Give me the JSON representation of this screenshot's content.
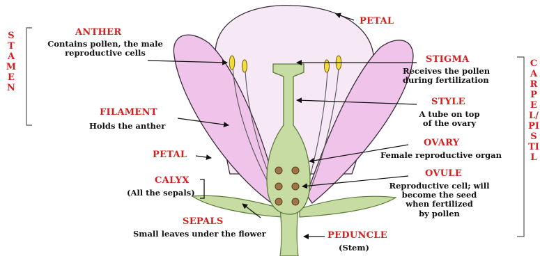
{
  "labels": {
    "stamen": "STAMEN",
    "carpel_pistil": "CARPEL/PISTIL",
    "anther": "ANTHER",
    "anther_desc_1": "Contains pollen, the male",
    "anther_desc_2": "reproductive cells",
    "filament": "FILAMENT",
    "filament_desc": "Holds the anther",
    "petal_top": "PETAL",
    "petal_left": "PETAL",
    "stigma": "STIGMA",
    "stigma_desc_1": "Receives the pollen",
    "stigma_desc_2": "during fertilization",
    "style": "STYLE",
    "style_desc_1": "A tube on top",
    "style_desc_2": "of the ovary",
    "ovary": "OVARY",
    "ovary_desc": "Female reproductive organ",
    "ovule": "OVULE",
    "ovule_desc_1": "Reproductive cell; will",
    "ovule_desc_2": "become the seed",
    "ovule_desc_3": "when fertilized",
    "ovule_desc_4": "by pollen",
    "calyx": "CALYX",
    "calyx_desc": "(All the sepals)",
    "sepals": "SEPALS",
    "sepals_desc": "Small leaves under the flower",
    "peduncle": "PEDUNCLE",
    "peduncle_desc": "(Stem)"
  },
  "colors": {
    "label_red": "#d21f1f",
    "text_black": "#111111",
    "petal_fill": "#f0c4ea",
    "petal_back_fill": "#f6e8f5",
    "green_body": "#c6dca2",
    "green_stroke": "#5d7a3a",
    "ovule_fill": "#a07648",
    "anther_fill": "#f3dc3c"
  }
}
